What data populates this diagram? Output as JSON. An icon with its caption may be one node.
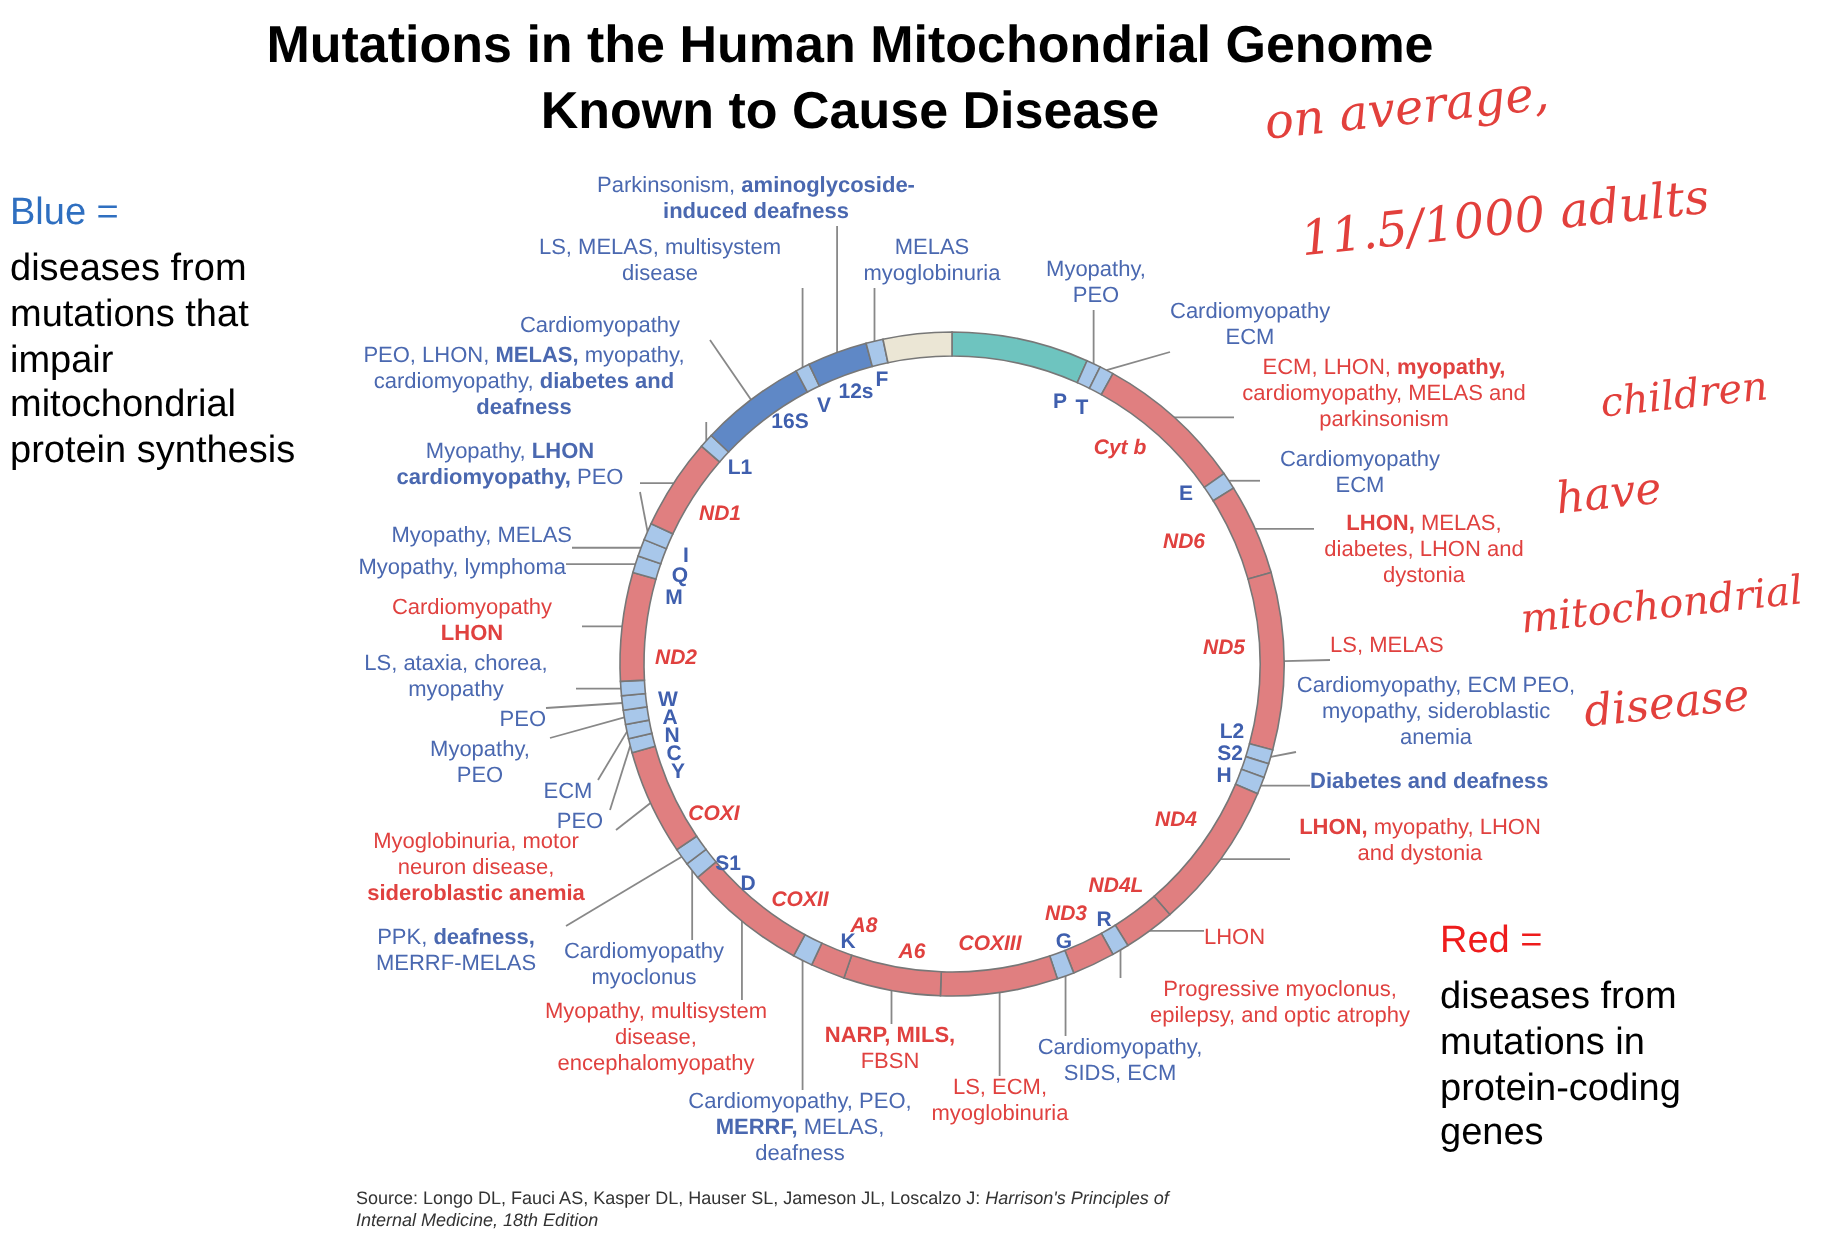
{
  "diagram": {
    "title": "Mutations in the Human Mitochondrial Genome Known to Cause Disease",
    "nodes": [
      {
        "text": [
          "Parkinsonism, **aminoglycoside-induced deafness**"
        ]
      },
      {
        "text": [
          "LS, MELAS, multisystem disease"
        ]
      },
      {
        "text": [
          "MELAS myoglobinuria"
        ]
      },
      {
        "text": [
          "Cardiomyopathy"
        ]
      },
      {
        "text": [
          "PEO, LHON, **MELAS,** myopathy, cardiomyopathy, **diabetes and deafness**"
        ]
      },
      {
        "text": [
          "Myopathy, **LHON** **cardiomyopathy,** PEO"
        ]
      },
      {
        "text": [
          "Myopathy, MELAS"
        ]
      },
      {
        "text": [
          "Myopathy, lymphoma"
        ]
      },
      {
        "text": [
          "Cardiomyopathy **LHON**"
        ]
      },
      {
        "text": [
          "LS, ataxia, chorea, myopathy"
        ]
      },
      {
        "text": [
          "PEO"
        ]
      },
      {
        "text": [
          "Myopathy, PEO"
        ]
      },
      {
        "text": [
          "ECM"
        ]
      },
      {
        "text": [
          "PEO"
        ]
      },
      {
        "text": [
          "Myoglobinuria, motor neuron disease, **sideroblastic anemia**"
        ]
      },
      {
        "text": [
          "PPK, **deafness,** MERRF-MELAS"
        ]
      },
      {
        "text": [
          "Cardiomyopathy myoclonus"
        ]
      },
      {
        "text": [
          "Myopathy, multisystem disease, encephalomyopathy"
        ]
      },
      {
        "text": [
          "Cardiomyopathy, PEO, **MERRF,** MELAS, deafness"
        ]
      },
      {
        "text": [
          "**NARP, MILS,** FBSN"
        ]
      },
      {
        "text": [
          "LS, ECM, myoglobinuria"
        ]
      },
      {
        "text": [
          "Cardiomyopathy, SIDS, ECM"
        ]
      },
      {
        "text": [
          "Progressive myoclonus, epilepsy, and optic atrophy"
        ]
      },
      {
        "text": [
          "LHON"
        ]
      },
      {
        "text": [
          "**LHON,** myopathy, LHON and dystonia"
        ]
      },
      {
        "text": [
          "**Diabetes and deafness**"
        ]
      },
      {
        "text": [
          "Cardiomyopathy, ECM PEO, myopathy, sideroblastic anemia"
        ]
      },
      {
        "text": [
          "LS, MELAS"
        ]
      },
      {
        "text": [
          "**LHON,** MELAS, diabetes, LHON and dystonia"
        ]
      },
      {
        "text": [
          "Cardiomyopathy ECM"
        ]
      },
      {
        "text": [
          "ECM, LHON, **myopathy,** cardiomyopathy, MELAS and parkinsonism"
        ]
      },
      {
        "text": [
          "Cardiomyopathy ECM"
        ]
      },
      {
        "text": [
          "Myopathy, PEO"
        ]
      },
      {
        "text": [],
        "shape": "bar"
      },
      {
        "text": [
          "P"
        ]
      },
      {
        "text": [
          "T"
        ]
      },
      {
        "text": [
          "Cyt b"
        ]
      },
      {
        "text": [
          "E"
        ]
      },
      {
        "text": [
          "ND6"
        ]
      },
      {
        "text": [
          "ND5"
        ]
      },
      {
        "text": [
          "L2"
        ]
      },
      {
        "text": [
          "S2"
        ]
      },
      {
        "text": [
          "H"
        ]
      },
      {
        "text": [
          "ND4"
        ]
      },
      {
        "text": [
          "ND4L"
        ]
      },
      {
        "text": [
          "R"
        ]
      },
      {
        "text": [
          "ND3"
        ]
      },
      {
        "text": [
          "G"
        ]
      },
      {
        "text": [
          "COXIII"
        ]
      },
      {
        "text": [
          "A6"
        ]
      },
      {
        "text": [
          "A8"
        ]
      },
      {
        "text": [
          "K"
        ]
      },
      {
        "text": [
          "COXII"
        ]
      },
      {
        "text": [
          "D"
        ]
      },
      {
        "text": [
          "S1"
        ]
      },
      {
        "text": [
          "COXI"
        ]
      },
      {
        "text": [
          "Y"
        ]
      },
      {
        "text": [
          "C"
        ]
      },
      {
        "text": [
          "N"
        ]
      },
      {
        "text": [
          "A"
        ]
      },
      {
        "text": [
          "W"
        ]
      },
      {
        "text": [
          "ND2"
        ]
      },
      {
        "text": [
          "M"
        ]
      },
      {
        "text": [
          "Q"
        ]
      },
      {
        "text": [
          "I"
        ]
      },
      {
        "text": [
          "ND1"
        ]
      },
      {
        "text": [
          "L1"
        ]
      },
      {
        "text": [
          "16S"
        ]
      },
      {
        "text": [
          "V"
        ]
      },
      {
        "text": [
          "12s"
        ]
      },
      {
        "text": [
          "F"
        ]
      },
      {
        "text": [],
        "shape": "bar"
      }
    ],
    "edges": [
      {
        "from": 0,
        "to": 69,
        "arrow": "none"
      },
      {
        "from": 1,
        "to": 68,
        "arrow": "none"
      },
      {
        "from": 2,
        "to": 70,
        "arrow": "none"
      },
      {
        "from": 3,
        "to": 67,
        "arrow": "none"
      },
      {
        "from": 4,
        "to": 66,
        "arrow": "none"
      },
      {
        "from": 5,
        "to": 65,
        "arrow": "none"
      },
      {
        "from": 5,
        "to": 64,
        "arrow": "none"
      },
      {
        "from": 6,
        "to": 63,
        "arrow": "none"
      },
      {
        "from": 7,
        "to": 62,
        "arrow": "none"
      },
      {
        "from": 8,
        "to": 61,
        "arrow": "none"
      },
      {
        "from": 9,
        "to": 60,
        "arrow": "none"
      },
      {
        "from": 10,
        "to": 59,
        "arrow": "none"
      },
      {
        "from": 11,
        "to": 58,
        "arrow": "none"
      },
      {
        "from": 12,
        "to": 57,
        "arrow": "none"
      },
      {
        "from": 13,
        "to": 56,
        "arrow": "none"
      },
      {
        "from": 14,
        "to": 55,
        "arrow": "none"
      },
      {
        "from": 15,
        "to": 54,
        "arrow": "none"
      },
      {
        "from": 16,
        "to": 53,
        "arrow": "none"
      },
      {
        "from": 17,
        "to": 52,
        "arrow": "none"
      },
      {
        "from": 18,
        "to": 51,
        "arrow": "none"
      },
      {
        "from": 19,
        "to": 49,
        "arrow": "none"
      },
      {
        "from": 20,
        "to": 48,
        "arrow": "none"
      },
      {
        "from": 21,
        "to": 47,
        "arrow": "none"
      },
      {
        "from": 22,
        "to": 45,
        "arrow": "none"
      },
      {
        "from": 23,
        "to": 44,
        "arrow": "none"
      },
      {
        "from": 24,
        "to": 43,
        "arrow": "none"
      },
      {
        "from": 25,
        "to": 42,
        "arrow": "none"
      },
      {
        "from": 26,
        "to": 40,
        "arrow": "none"
      },
      {
        "from": 27,
        "to": 39,
        "arrow": "none"
      },
      {
        "from": 28,
        "to": 38,
        "arrow": "none"
      },
      {
        "from": 29,
        "to": 37,
        "arrow": "none"
      },
      {
        "from": 30,
        "to": 36,
        "arrow": "none"
      },
      {
        "from": 31,
        "to": 35,
        "arrow": "none"
      },
      {
        "from": 32,
        "to": 34,
        "arrow": "none"
      }
    ],
    "labels": [
      "Blue =",
      "diseases from mutations that impair mitochondrial protein synthesis",
      "on average,",
      "11.5/1000 adults",
      "children",
      "have",
      "mitochondrial",
      "disease",
      "Red =",
      "diseases from mutations in protein-coding genes",
      "Source: Longo DL, Fauci AS, Kasper DL, Hauser SL, Jameson JL, Loscalzo J: *Harrison's Principles of Internal Medicine, 18th Edition*"
    ]
  }
}
